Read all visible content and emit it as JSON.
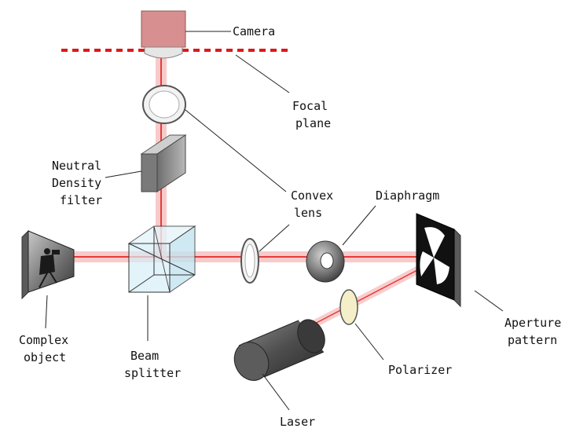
{
  "labels": {
    "camera": "Camera",
    "focal_plane": [
      "Focal",
      "plane"
    ],
    "nd_filter": [
      "Neutral",
      "Density",
      "filter"
    ],
    "convex_lens": [
      "Convex",
      "lens"
    ],
    "diaphragm": "Diaphragm",
    "aperture_pattern": [
      "Aperture",
      "pattern"
    ],
    "complex_object": [
      "Complex",
      "object"
    ],
    "beam_splitter": [
      "Beam",
      "splitter"
    ],
    "polarizer": "Polarizer",
    "laser": "Laser"
  },
  "colors": {
    "beam": "#e83a3a",
    "beam_glow": "#f6b8b8",
    "focal_dash": "#e01818",
    "camera_body": "#d88f8f",
    "cube_fill": "#d6eef6",
    "cube_edge": "#333333",
    "nd_filter": "#9a9a9a",
    "polarizer_fill": "#f4efc8",
    "laser_body": "#555555"
  }
}
